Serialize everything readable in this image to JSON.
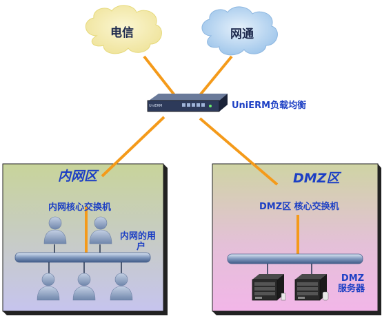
{
  "clouds": {
    "telecom": "电信",
    "netcom": "网通"
  },
  "device": {
    "label": "UniERM负载均衡",
    "front_text": "UniERM"
  },
  "intranet": {
    "title": "内网区",
    "switch_label": "内网核心交换机",
    "users_label_line1": "内网的用",
    "users_label_line2": "户"
  },
  "dmz": {
    "title": "DMZ区",
    "switch_label": "DMZ区 核心交换机",
    "servers_label_line1": "DMZ",
    "servers_label_line2": "服务器"
  },
  "colors": {
    "link": "#f49a1a",
    "intranet_bg_top": "#c8d49a",
    "intranet_bg_bottom": "#c6c4ee",
    "dmz_bg_top": "#cfd4a4",
    "dmz_bg_bottom": "#f2b6e8",
    "text_blue": "#1c3fc4",
    "cloud_yellow": "#f4edb0",
    "cloud_blue": "#bcd8f4",
    "person": "#8fa4c4"
  }
}
